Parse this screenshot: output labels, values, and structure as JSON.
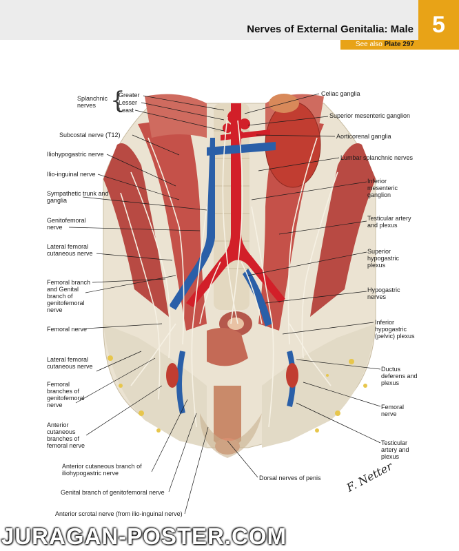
{
  "header": {
    "title": "Nerves of External Genitalia: Male",
    "see_also_prefix": "See also",
    "see_also_plate": "Plate 297",
    "plate_number": "5"
  },
  "labels_left": {
    "splanchnic_nerves": "Splanchnic nerves",
    "greater": "Greater",
    "lesser": "Lesser",
    "least": "Least",
    "subcostal": "Subcostal nerve (T12)",
    "iliohypogastric": "Iliohypogastric nerve",
    "ilioinguinal": "Ilio-inguinal nerve",
    "sympathetic_trunk": "Sympathetic trunk and ganglia",
    "genitofemoral": "Genitofemoral nerve",
    "lateral_femoral_cutaneous": "Lateral femoral cutaneous nerve",
    "femoral_genital_branch": "Femoral branch and Genital branch of genitofemoral nerve",
    "femoral_nerve": "Femoral nerve",
    "lateral_femoral_cutaneous_2": "Lateral femoral cutaneous nerve",
    "femoral_branches_genitofemoral": "Femoral branches of genitofemoral nerve",
    "anterior_cutaneous_branches": "Anterior cutaneous branches of femoral nerve",
    "anterior_cutaneous_iliohypogastric": "Anterior cutaneous branch of iliohypogastric nerve",
    "genital_branch": "Genital branch of genitofemoral nerve",
    "anterior_scrotal": "Anterior scrotal nerve (from ilio-inguinal nerve)"
  },
  "labels_right": {
    "celiac_ganglia": "Celiac ganglia",
    "superior_mesenteric": "Superior mesenteric ganglion",
    "aorticorenal": "Aorticorenal ganglia",
    "lumbar_splanchnic": "Lumbar splanchnic nerves",
    "inferior_mesenteric": "Inferior mesenteric ganglion",
    "testicular_artery_plexus": "Testicular artery and plexus",
    "superior_hypogastric": "Superior hypogastric plexus",
    "hypogastric_nerves": "Hypogastric nerves",
    "inferior_hypogastric": "Inferior hypogastric (pelvic) plexus",
    "ductus_deferens": "Ductus deferens and plexus",
    "femoral_nerve_r": "Femoral nerve",
    "testicular_artery_plexus_2": "Testicular artery and plexus",
    "dorsal_nerves_penis": "Dorsal nerves of penis"
  },
  "signature": "F. Netter",
  "watermark": "JURAGAN-POSTER.COM",
  "colors": {
    "accent": "#e8a317",
    "muscle": "#c9564f",
    "artery": "#d0202a",
    "vein": "#2a5fa8",
    "nerve": "#f4efe2",
    "skin": "#e9e1cf"
  }
}
